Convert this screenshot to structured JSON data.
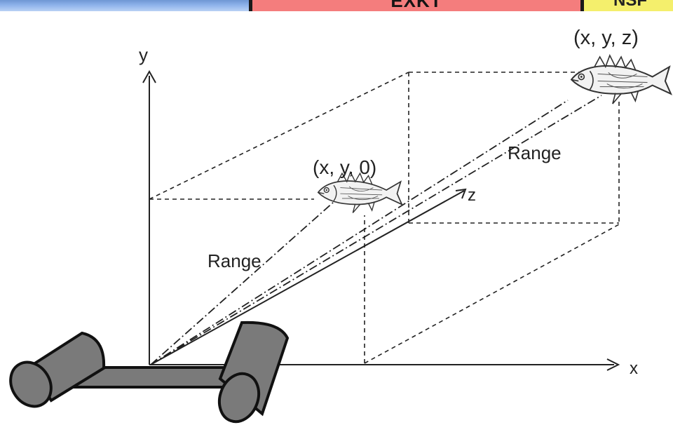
{
  "banner": {
    "center_text": "EXKT",
    "right_text": "NSF",
    "left_color": "#8db2ea",
    "center_color": "#f47d7d",
    "right_color": "#f4ef6c"
  },
  "labels": {
    "axis_x": "x",
    "axis_y": "y",
    "axis_z": "z",
    "point_far": "(x, y, z)",
    "point_near": "(x, y, 0)",
    "range_far": "Range",
    "range_near": "Range"
  },
  "icons": {
    "far_target": "fish-icon",
    "near_target": "fish-icon",
    "sensor": "dual-cylinder-platform-icon"
  },
  "colors": {
    "line": "#222222",
    "platform": "#7a7a7a",
    "fish_outline": "#333333"
  }
}
